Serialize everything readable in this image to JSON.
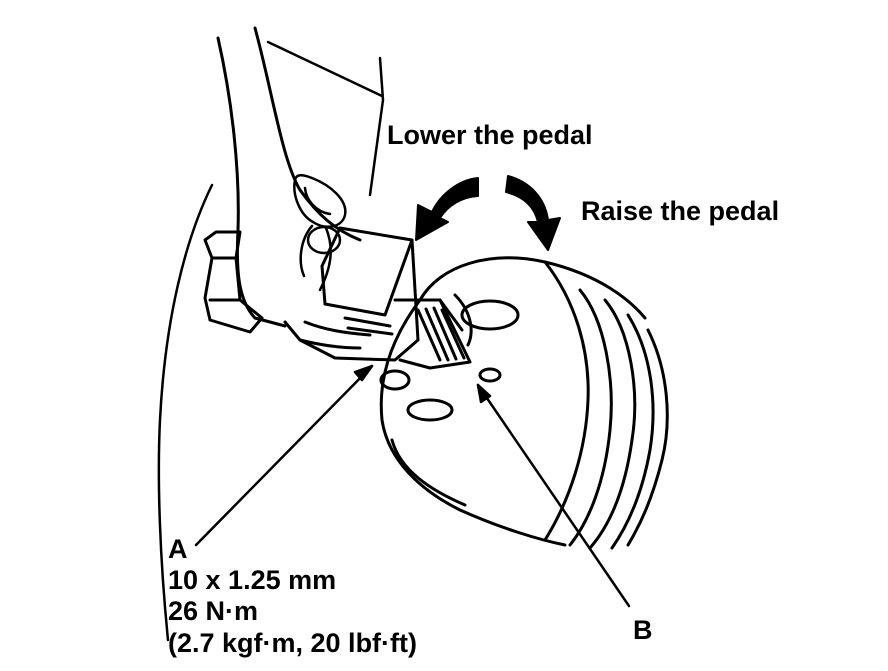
{
  "labels": {
    "lower": "Lower the pedal",
    "raise": "Raise the pedal",
    "a_letter": "A",
    "a_size": "10 x 1.25 mm",
    "a_torque": "26 N·m",
    "a_torque_alt": "(2.7 kgf·m, 20 lbf·ft)",
    "b_letter": "B"
  },
  "colors": {
    "line": "#000000",
    "background": "#ffffff"
  }
}
